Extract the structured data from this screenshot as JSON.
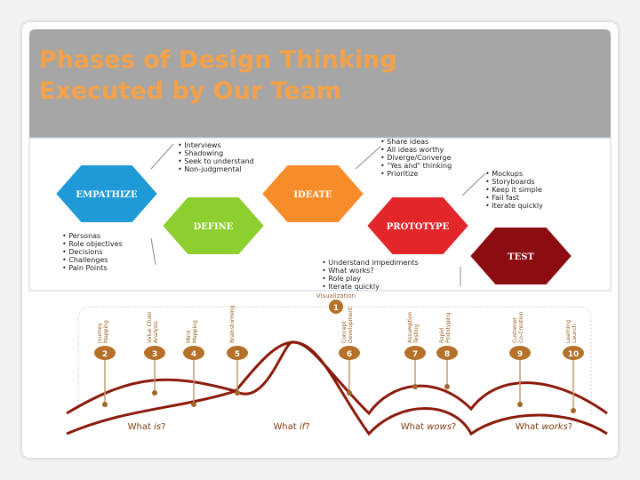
{
  "title": {
    "line1": "Phases of Design Thinking",
    "line2": "Executed by Our Team"
  },
  "phases": [
    {
      "label": "EMPATHIZE",
      "color": "#1f9ad6",
      "notes": [
        "Interviews",
        "Shadowing",
        "Seek to understand",
        "Non-judgmental"
      ]
    },
    {
      "label": "DEFINE",
      "color": "#8ccf2e",
      "notes": [
        "Personas",
        "Role objectives",
        "Decisions",
        "Challenges",
        "Pain Points"
      ]
    },
    {
      "label": "IDEATE",
      "color": "#f68c2a",
      "notes": [
        "Share ideas",
        "All ideas worthy",
        "Diverge/Converge",
        "\"Yes and\" thinking",
        "Prioritize"
      ]
    },
    {
      "label": "PROTOTYPE",
      "color": "#e3262a",
      "notes": [
        "Mockups",
        "Storyboards",
        "Keep it simple",
        "Fail fast",
        "Iterate quickly"
      ]
    },
    {
      "label": "TEST",
      "color": "#8b0d12",
      "notes": [
        "Understand impediments",
        "What works?",
        "Role play",
        "Iterate quickly"
      ]
    }
  ],
  "visualization": {
    "label": "Visualization",
    "number": "1",
    "steps": [
      {
        "n": "2",
        "label": [
          "Journey",
          "Mapping"
        ]
      },
      {
        "n": "3",
        "label": [
          "Value Chain",
          "Analysis"
        ]
      },
      {
        "n": "4",
        "label": [
          "Mind",
          "Mapping"
        ]
      },
      {
        "n": "5",
        "label": [
          "Brainstorming"
        ]
      },
      {
        "n": "6",
        "label": [
          "Concept",
          "Development"
        ]
      },
      {
        "n": "7",
        "label": [
          "Assumption",
          "Testing"
        ]
      },
      {
        "n": "8",
        "label": [
          "Rapid",
          "Prototyping"
        ]
      },
      {
        "n": "9",
        "label": [
          "Customer",
          "Co-Creation"
        ]
      },
      {
        "n": "10",
        "label": [
          "Learning",
          "Launch"
        ]
      }
    ],
    "questions": [
      {
        "pre": "What ",
        "em": "is",
        "post": "?"
      },
      {
        "pre": "What ",
        "em": "if",
        "post": "?"
      },
      {
        "pre": "What ",
        "em": "wows",
        "post": "?"
      },
      {
        "pre": "What ",
        "em": "works",
        "post": "?"
      }
    ]
  },
  "colors": {
    "bubble": "#b5712a",
    "wave": "#8b1a0a",
    "title": "#f4a24a"
  }
}
